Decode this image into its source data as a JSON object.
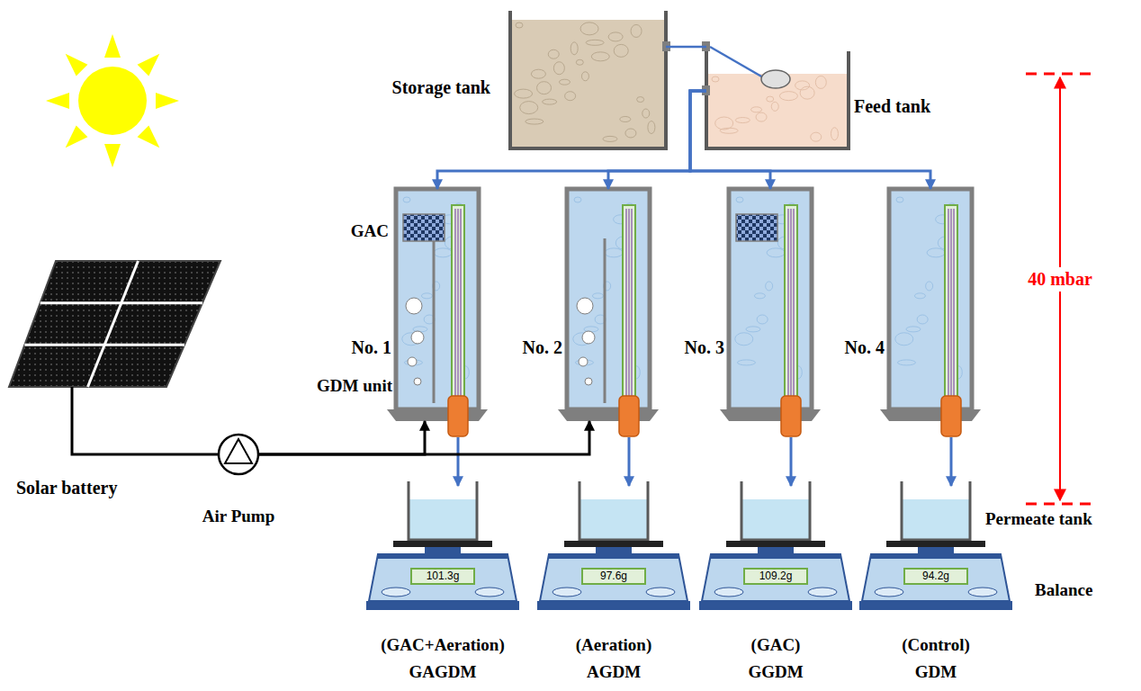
{
  "diagram": {
    "nodes": [
      {
        "text": [
          "Storage tank"
        ]
      },
      {
        "text": [
          "Feed tank"
        ]
      },
      {
        "text": [
          "Solar battery"
        ]
      },
      {
        "text": [
          "Air Pump"
        ]
      },
      {
        "text": [
          "No. 1"
        ]
      },
      {
        "text": [
          "No. 2"
        ]
      },
      {
        "text": [
          "No. 3"
        ]
      },
      {
        "text": [
          "No. 4"
        ]
      },
      {
        "text": [
          "101.3g",
          "(GAC+Aeration)",
          "GAGDM"
        ]
      },
      {
        "text": [
          "97.6g",
          "(Aeration)",
          "AGDM"
        ]
      },
      {
        "text": [
          "109.2g",
          "(GAC)",
          "GGDM"
        ]
      },
      {
        "text": [
          "94.2g",
          "(Control)",
          "GDM"
        ]
      }
    ],
    "edges": [
      {
        "from": 0,
        "to": 1,
        "arrow": "none"
      },
      {
        "from": 1,
        "to": 4,
        "arrow": "to"
      },
      {
        "from": 1,
        "to": 5,
        "arrow": "to"
      },
      {
        "from": 1,
        "to": 6,
        "arrow": "to"
      },
      {
        "from": 1,
        "to": 7,
        "arrow": "to"
      },
      {
        "from": 2,
        "to": 3,
        "arrow": "none"
      },
      {
        "from": 3,
        "to": 4,
        "arrow": "to"
      },
      {
        "from": 3,
        "to": 5,
        "arrow": "to"
      }
    ],
    "labels": [
      "GAC",
      "GDM unit",
      "40 mbar",
      "Permeate tank",
      "Balance"
    ]
  }
}
